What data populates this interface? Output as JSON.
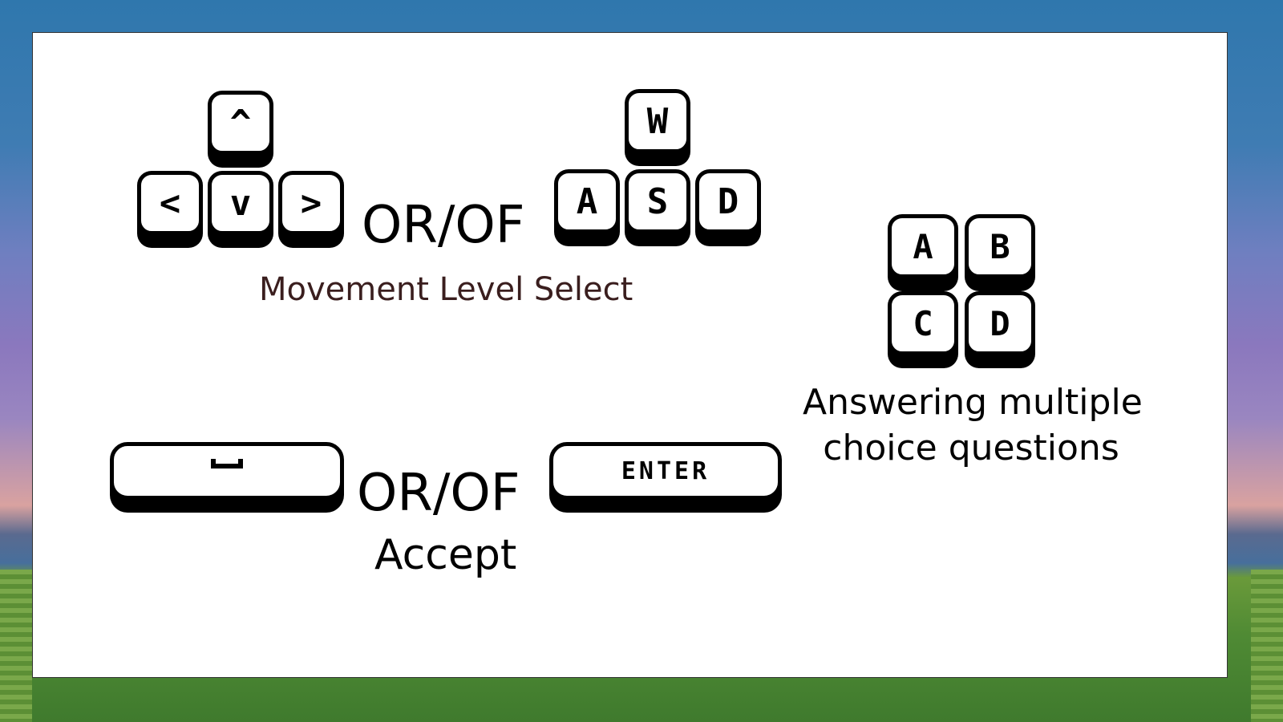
{
  "movement": {
    "arrow_keys": {
      "up": "^",
      "left": "<",
      "down": "v",
      "right": ">"
    },
    "wasd_keys": {
      "w": "W",
      "a": "A",
      "s": "S",
      "d": "D"
    },
    "or_label": "OR/OF",
    "caption": "Movement Level Select"
  },
  "accept": {
    "space_key": "",
    "enter_key": "ENTER",
    "or_label": "OR/OF",
    "caption": "Accept"
  },
  "answers": {
    "keys": {
      "a": "A",
      "b": "B",
      "c": "C",
      "d": "D"
    },
    "caption_line1": "Answering multiple",
    "caption_line2": "choice questions"
  }
}
